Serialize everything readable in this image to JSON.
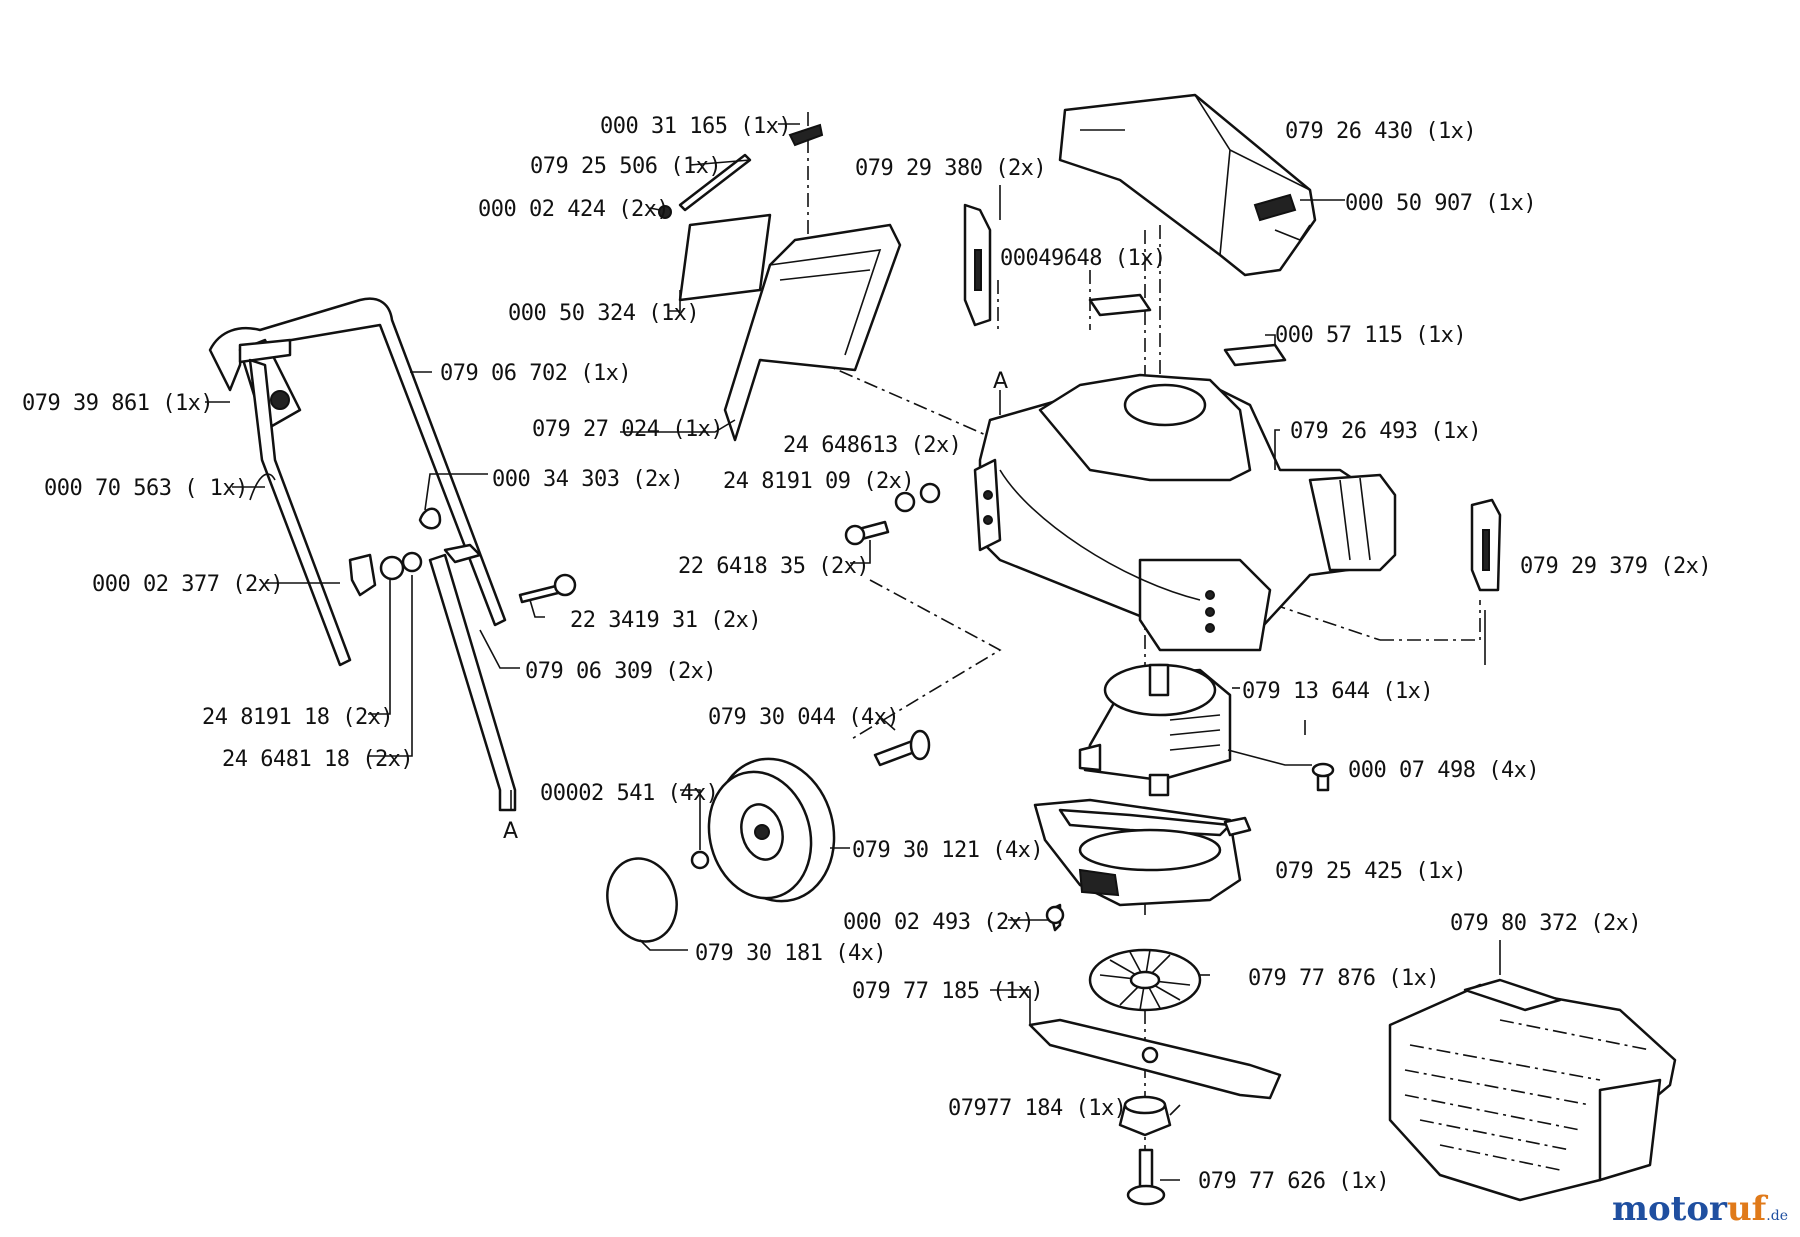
{
  "labels": {
    "p1": "000 31 165  (1x)",
    "p2": "079 25 506  (1x)",
    "p3": "000 02 424 (2x)",
    "p4": "000 50 324  (1x)",
    "p5": "079 29 380  (2x)",
    "p6": "00049648  (1x)",
    "p7": "079  26 430  (1x)",
    "p8": "000  50  907   (1x)",
    "p9": "000  57 115   (1x)",
    "p10": "079  26 493  (1x)",
    "p11": "079 39 861  (1x)",
    "p12": "079 06 702  (1x)",
    "p13": "079 27 024  (1x)",
    "p14": "24 648613  (2x)",
    "p15": "24 8191 09  (2x)",
    "p16": "000  70 563  ( 1x)",
    "p17": "000  34  303  (2x)",
    "p18": "000  02  377 (2x)",
    "p19": "22  6418  35  (2x)",
    "p20": "22  3419 31   (2x)",
    "p21": "079  29 379   (2x)",
    "p22": "079  06  309   (2x)",
    "p23": "079 13  644  (1x)",
    "p24": "24 8191 18   (2x)",
    "p25": "079 30 044   (4x)",
    "p26": "24 6481 18   (2x)",
    "p27": "000  07  498   (4x)",
    "p28": "00002 541 (4x)",
    "p29": "079  30  121   (4x)",
    "p30": "079  25  425    (1x)",
    "p31": "000 02 493  (2x)",
    "p32": "079 80 372   (2x)",
    "p33": "079 30 181  (4x)",
    "p34": "079 77 876   (1x)",
    "p35": "079 77 185   (1x)",
    "p36": "07977 184   (1x)",
    "p37": "079 77 626   (1x)"
  },
  "markers": {
    "a_top": "A",
    "a_bottom": "A"
  },
  "watermark": {
    "brand_main": "motor",
    "brand_accent": "uf",
    "domain": ".de"
  }
}
